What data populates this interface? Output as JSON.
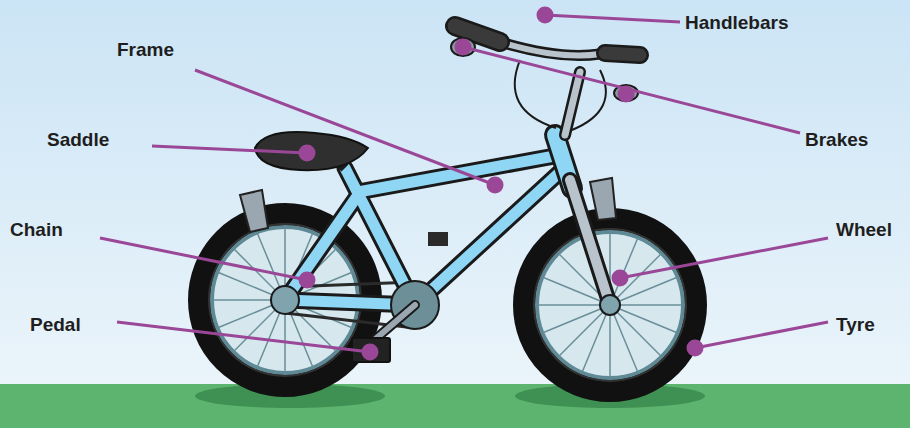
{
  "diagram": {
    "labels": [
      "Frame",
      "Handlebars",
      "Saddle",
      "Brakes",
      "Chain",
      "Wheel",
      "Pedal",
      "Tyre"
    ]
  }
}
